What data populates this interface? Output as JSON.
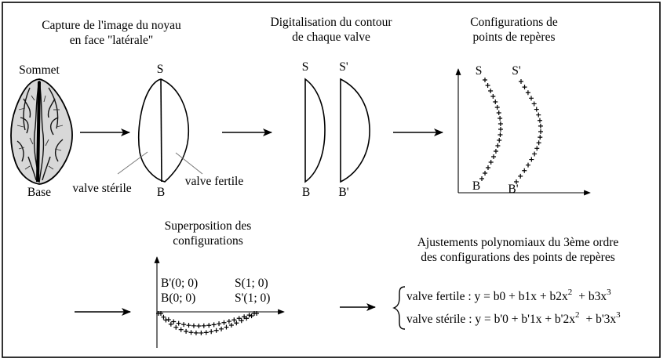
{
  "panels": {
    "capture": {
      "title_line1": "Capture de l'image du noyau",
      "title_line2": "en face \"latérale\"",
      "label_top": "Sommet",
      "label_bottom": "Base",
      "outline_top": "S",
      "outline_bottom": "B",
      "label_sterile": "valve stérile",
      "label_fertile": "valve fertile"
    },
    "digitization": {
      "title_line1": "Digitalisation du contour",
      "title_line2": "de chaque valve",
      "left_top": "S",
      "left_bottom": "B",
      "right_top": "S'",
      "right_bottom": "B'"
    },
    "landmarks": {
      "title_line1": "Configurations de",
      "title_line2": "points de repères",
      "left_top": "S",
      "left_bottom": "B",
      "right_top": "S'",
      "right_bottom": "B'"
    },
    "superposition": {
      "title_line1": "Superposition des",
      "title_line2": "configurations",
      "label_b_prime": "B'(0; 0)",
      "label_b": "B(0; 0)",
      "label_s": "S(1; 0)",
      "label_s_prime": "S'(1; 0)"
    },
    "fit": {
      "title_line1": "Ajustements polynomiaux du 3ème ordre",
      "title_line2": "des configurations des points de repères",
      "eq_fertile": "valve fertile : y = b0 + b1x + b2x",
      "eq_fertile_end": "+ b3x",
      "eq_sterile": "valve stérile : y = b'0 + b'1x + b'2x",
      "eq_sterile_end": "+ b'3x",
      "exp_2": "2",
      "exp_3": "3"
    }
  }
}
